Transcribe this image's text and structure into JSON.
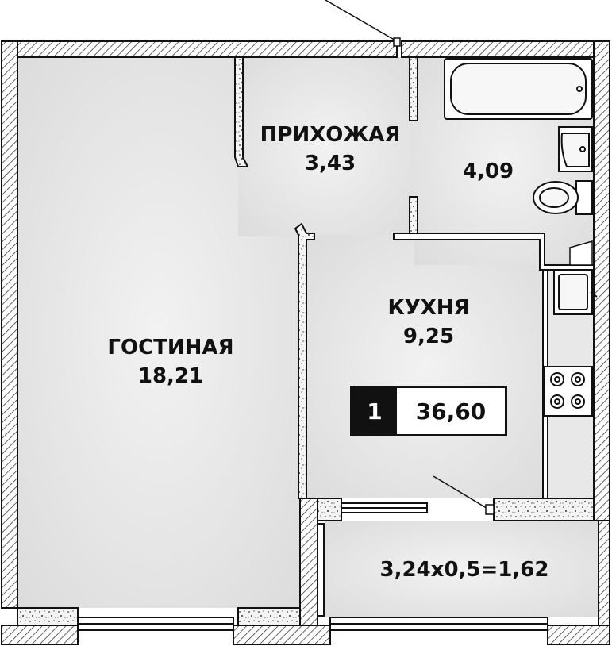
{
  "rooms": {
    "living": {
      "name": "ГОСТИНАЯ",
      "area": "18,21"
    },
    "hallway": {
      "name": "ПРИХОЖАЯ",
      "area": "3,43"
    },
    "bathroom": {
      "area": "4,09"
    },
    "kitchen": {
      "name": "КУХНЯ",
      "area": "9,25"
    },
    "balcony": {
      "area": "3,24x0,5=1,62"
    }
  },
  "summary": {
    "room_count": "1",
    "total_area": "36,60"
  },
  "colors": {
    "floor": "#e6e6e6",
    "wall_hatch": "#111111",
    "wall_fill": "#ffffff",
    "partition_fill": "#e0e0e0",
    "badge_dark": "#111111"
  }
}
